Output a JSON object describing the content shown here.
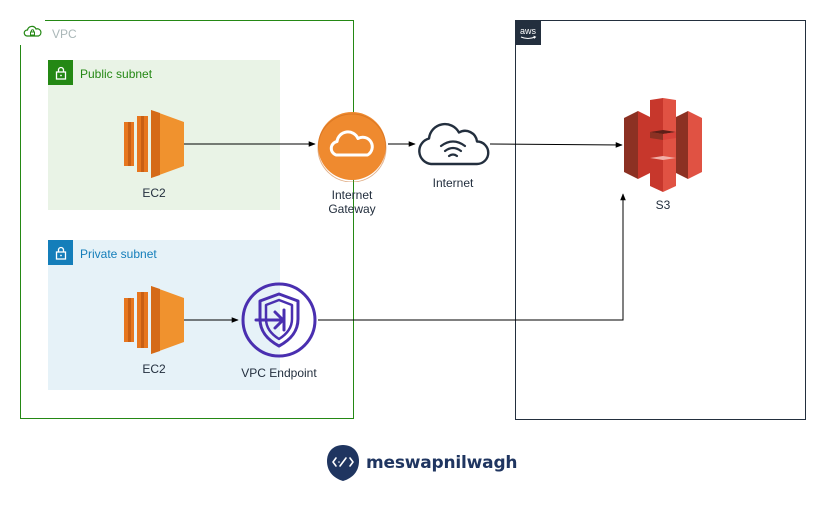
{
  "vpc": {
    "label": "VPC",
    "icon": "cloud-lock-icon",
    "border_color": "#248814"
  },
  "aws_cloud": {
    "tag_text": "aws",
    "border_color": "#232f3e"
  },
  "public_subnet": {
    "label": "Public subnet",
    "icon": "lock-icon",
    "color": "#248814",
    "fill": "#e9f3e6"
  },
  "private_subnet": {
    "label": "Private subnet",
    "icon": "lock-icon",
    "color": "#147eba",
    "fill": "#e6f2f8"
  },
  "nodes": {
    "ec2_public": {
      "label": "EC2",
      "icon": "ec2-icon"
    },
    "ec2_private": {
      "label": "EC2",
      "icon": "ec2-icon"
    },
    "internet_gateway": {
      "label": "Internet\nGateway",
      "icon": "internet-gateway-icon"
    },
    "internet": {
      "label": "Internet",
      "icon": "internet-cloud-icon"
    },
    "vpc_endpoint": {
      "label": "VPC Endpoint",
      "icon": "vpc-endpoint-icon"
    },
    "s3": {
      "label": "S3",
      "icon": "s3-bucket-icon"
    }
  },
  "edges": [
    {
      "from": "EC2 (public)",
      "to": "Internet Gateway"
    },
    {
      "from": "Internet Gateway",
      "to": "Internet"
    },
    {
      "from": "Internet",
      "to": "S3"
    },
    {
      "from": "EC2 (private)",
      "to": "VPC Endpoint"
    },
    {
      "from": "VPC Endpoint",
      "to": "S3"
    }
  ],
  "branding": {
    "text": "meswapnilwagh",
    "icon": "code-brackets-icon"
  },
  "colors": {
    "ec2_orange": "#e7761e",
    "igw_orange": "#ef8a2f",
    "s3_red": "#d9433a",
    "endpoint_purple": "#4a2fb0"
  }
}
